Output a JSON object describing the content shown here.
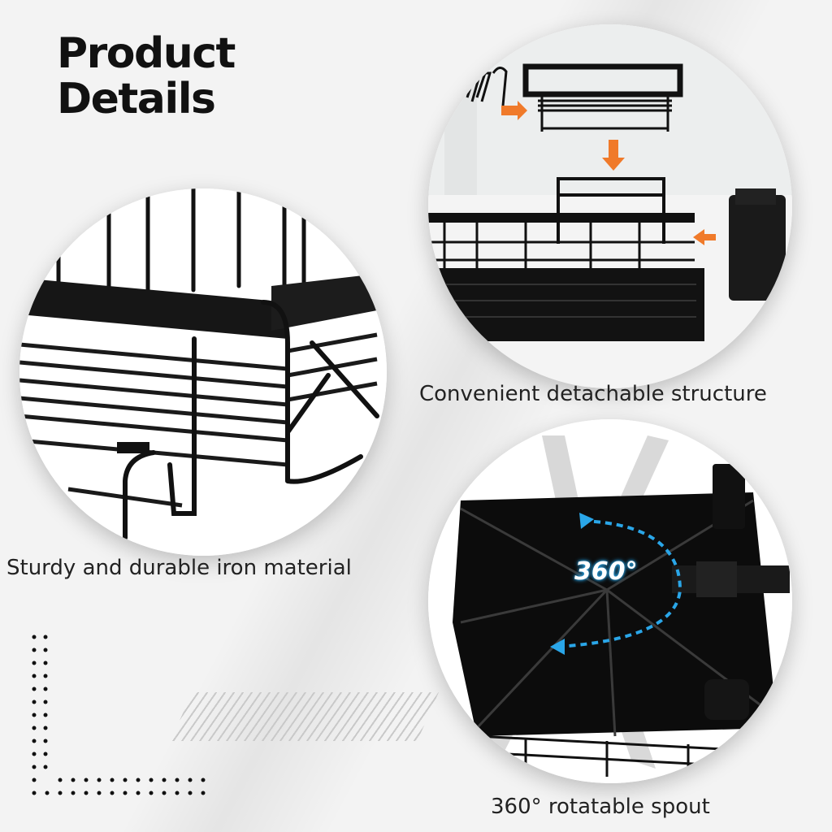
{
  "title": {
    "line1": "Product",
    "line2": "Details"
  },
  "features": [
    {
      "caption": "Sturdy and durable iron material",
      "image": "iron-rack-closeup"
    },
    {
      "caption": "Convenient detachable structure",
      "image": "rack-assembly-diagram"
    },
    {
      "caption": "360° rotatable spout",
      "image": "drain-board-spout"
    }
  ],
  "badge": {
    "label": "360°"
  },
  "colors": {
    "accent": "#f07a2a",
    "rotate_arrow": "#2aa6e8",
    "text": "#111111",
    "background": "#f3f3f3"
  }
}
